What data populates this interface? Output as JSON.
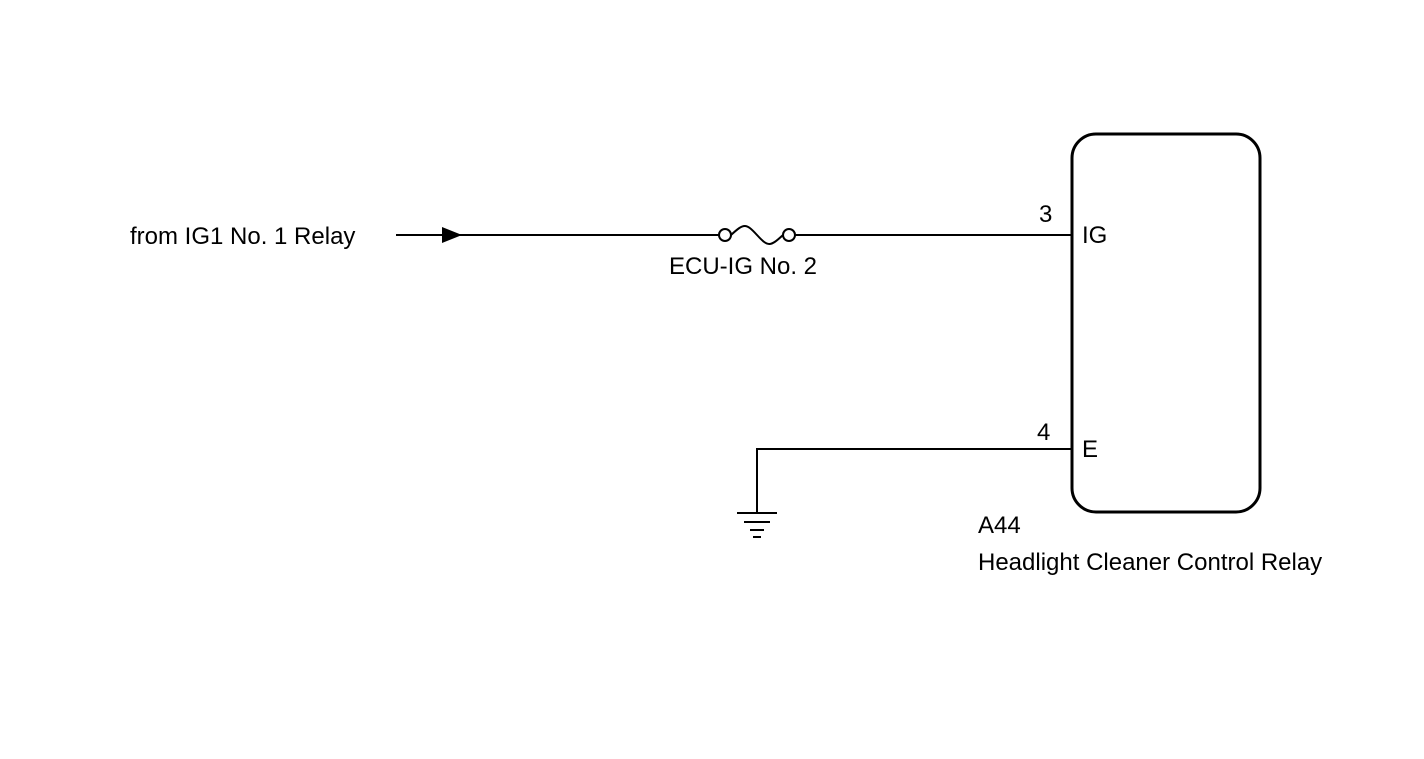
{
  "source": {
    "label": "from IG1 No. 1 Relay"
  },
  "fuse": {
    "label": "ECU-IG No. 2"
  },
  "component": {
    "code": "A44",
    "name": "Headlight Cleaner Control Relay",
    "pins": [
      {
        "number": "3",
        "name": "IG"
      },
      {
        "number": "4",
        "name": "E"
      }
    ]
  },
  "icons": {
    "arrow": "arrow-icon",
    "fuse": "fuse-icon",
    "ground": "ground-icon"
  },
  "colors": {
    "line": "#000000",
    "background": "#ffffff"
  }
}
